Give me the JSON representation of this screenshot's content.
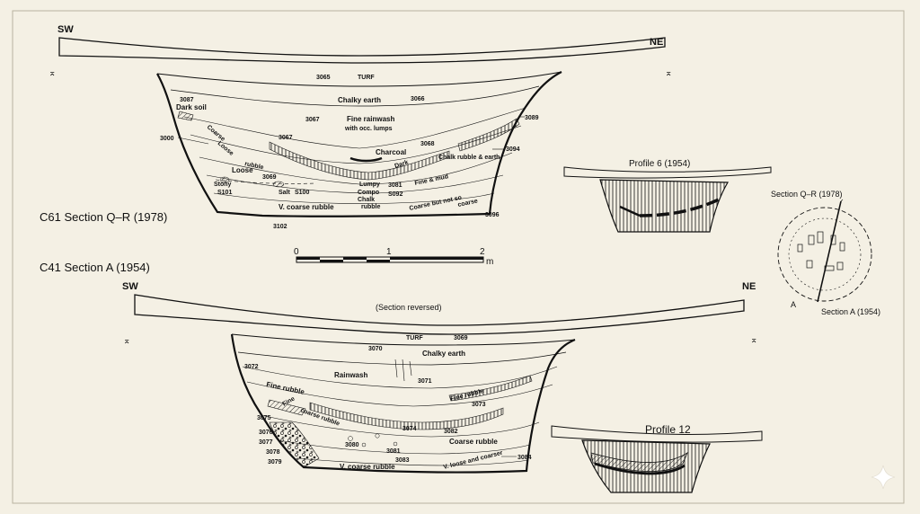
{
  "colors": {
    "background": "#f4f0e4",
    "ink": "#111111",
    "frame": "#b9b2a0"
  },
  "section_qr": {
    "title": "C61  Section Q–R (1978)",
    "sw": "SW",
    "ne": "NE",
    "contexts": {
      "c3065": "3065",
      "turf": "TURF",
      "chalky_earth": "Chalky earth",
      "c3066": "3066",
      "c3087": "3087",
      "dark_soil": "Dark soil",
      "c3067a": "3067",
      "fine_rainwash": "Fine rainwash",
      "occ_lumps": "with occ. lumps",
      "c3089": "3089",
      "c3000": "3000",
      "c3067b": "3067",
      "charcoal": "Charcoal",
      "c3068": "3068",
      "c3094": "3094",
      "loose": "Loose",
      "c3069": "3069",
      "chalk_rubble": "Chalk rubble & earth",
      "stony": "Stony",
      "c3101": "S101",
      "c3081": "3081",
      "compo": "Compo",
      "chalk": "Chalk",
      "rubble": "rubble",
      "c3092": "S092",
      "salt": "Salt",
      "s100": "S100",
      "fine_mud": "Fine & mud",
      "v_coarse_rubble": "V. coarse rubble",
      "coarse_not_coarse": "Coarse but not so",
      "coarse": "coarse",
      "c3096": "3096",
      "c3102": "3102",
      "lumpy": "Lumpy",
      "dark": "Dark",
      "loose_rot": "Loose",
      "coarse_rot": "Coarse",
      "scale_rot": "rubble"
    }
  },
  "scale": {
    "tick0": "0",
    "tick1": "1",
    "tick2": "2",
    "unit": "m"
  },
  "section_a": {
    "title": "C41 Section A (1954)",
    "sw": "SW",
    "ne": "NE",
    "note": "(Section reversed)",
    "contexts": {
      "turf": "TURF",
      "c3069": "3069",
      "c3070": "3070",
      "chalky_earth": "Chalky earth",
      "c3072": "3072",
      "rainwash": "Rainwash",
      "c3071": "3071",
      "fine_rubble": "Fine rubble",
      "fine_rubble2": "Fine rubble",
      "c3073": "3073",
      "c3075": "3075",
      "c3076": "3076",
      "c3077": "3077",
      "c3078": "3078",
      "c3079": "3079",
      "c3080": "3080",
      "c3074": "3074",
      "c3082": "3082",
      "coarse_rubble": "Coarse rubble",
      "c3083": "3083",
      "v_coarse_rubble": "V. coarse rubble",
      "v_loose_coarser": "V. loose and coarser",
      "c3084": "3084",
      "c3081": "3081",
      "coarse_rot": "coarse rubble",
      "fine_rot": "Fine"
    }
  },
  "profile6": {
    "title": "Profile 6 (1954)"
  },
  "profile12": {
    "title": "Profile 12"
  },
  "plan": {
    "section_qr_label": "Section Q–R (1978)",
    "section_a_label": "Section A (1954)",
    "point_a": "A"
  }
}
